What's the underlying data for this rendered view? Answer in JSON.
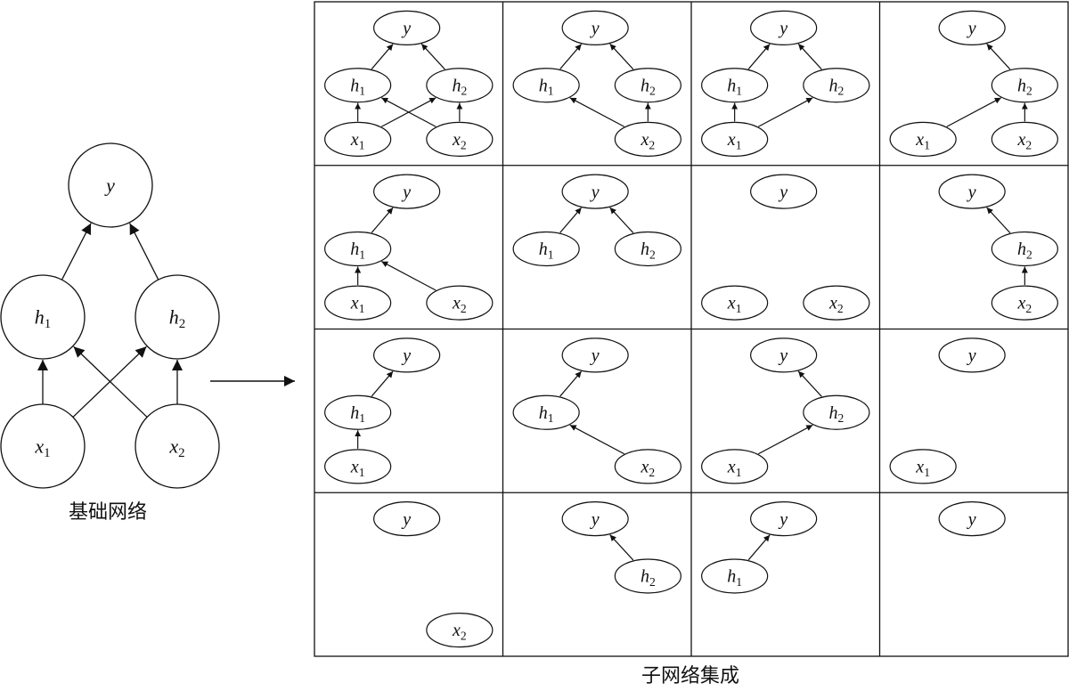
{
  "base_network": {
    "caption": "基础网络",
    "nodes": [
      {
        "id": "y",
        "label": "y",
        "sub": ""
      },
      {
        "id": "h1",
        "label": "h",
        "sub": "1"
      },
      {
        "id": "h2",
        "label": "h",
        "sub": "2"
      },
      {
        "id": "x1",
        "label": "x",
        "sub": "1"
      },
      {
        "id": "x2",
        "label": "x",
        "sub": "2"
      }
    ],
    "edges": [
      [
        "x1",
        "h1"
      ],
      [
        "x1",
        "h2"
      ],
      [
        "x2",
        "h1"
      ],
      [
        "x2",
        "h2"
      ],
      [
        "h1",
        "y"
      ],
      [
        "h2",
        "y"
      ]
    ]
  },
  "ensemble": {
    "caption": "子网络集成",
    "rows": 4,
    "cols": 4,
    "subnets": [
      {
        "nodes": [
          "y",
          "h1",
          "h2",
          "x1",
          "x2"
        ],
        "edges": [
          [
            "x1",
            "h1"
          ],
          [
            "x1",
            "h2"
          ],
          [
            "x2",
            "h1"
          ],
          [
            "x2",
            "h2"
          ],
          [
            "h1",
            "y"
          ],
          [
            "h2",
            "y"
          ]
        ]
      },
      {
        "nodes": [
          "y",
          "h1",
          "h2",
          "x2"
        ],
        "edges": [
          [
            "x2",
            "h1"
          ],
          [
            "x2",
            "h2"
          ],
          [
            "h1",
            "y"
          ],
          [
            "h2",
            "y"
          ]
        ]
      },
      {
        "nodes": [
          "y",
          "h1",
          "h2",
          "x1"
        ],
        "edges": [
          [
            "x1",
            "h1"
          ],
          [
            "x1",
            "h2"
          ],
          [
            "h1",
            "y"
          ],
          [
            "h2",
            "y"
          ]
        ]
      },
      {
        "nodes": [
          "y",
          "h2",
          "x1",
          "x2"
        ],
        "edges": [
          [
            "x1",
            "h2"
          ],
          [
            "x2",
            "h2"
          ],
          [
            "h2",
            "y"
          ]
        ]
      },
      {
        "nodes": [
          "y",
          "h1",
          "x1",
          "x2"
        ],
        "edges": [
          [
            "x1",
            "h1"
          ],
          [
            "x2",
            "h1"
          ],
          [
            "h1",
            "y"
          ]
        ]
      },
      {
        "nodes": [
          "y",
          "h1",
          "h2"
        ],
        "edges": [
          [
            "h1",
            "y"
          ],
          [
            "h2",
            "y"
          ]
        ]
      },
      {
        "nodes": [
          "y",
          "x1",
          "x2"
        ],
        "edges": []
      },
      {
        "nodes": [
          "y",
          "h2",
          "x2"
        ],
        "edges": [
          [
            "x2",
            "h2"
          ],
          [
            "h2",
            "y"
          ]
        ]
      },
      {
        "nodes": [
          "y",
          "h1",
          "x1"
        ],
        "edges": [
          [
            "x1",
            "h1"
          ],
          [
            "h1",
            "y"
          ]
        ]
      },
      {
        "nodes": [
          "y",
          "h1",
          "x2"
        ],
        "edges": [
          [
            "x2",
            "h1"
          ],
          [
            "h1",
            "y"
          ]
        ]
      },
      {
        "nodes": [
          "y",
          "h2",
          "x1"
        ],
        "edges": [
          [
            "x1",
            "h2"
          ],
          [
            "h2",
            "y"
          ]
        ]
      },
      {
        "nodes": [
          "y",
          "x1"
        ],
        "edges": []
      },
      {
        "nodes": [
          "y",
          "x2"
        ],
        "edges": []
      },
      {
        "nodes": [
          "y",
          "h2"
        ],
        "edges": [
          [
            "h2",
            "y"
          ]
        ]
      },
      {
        "nodes": [
          "y",
          "h1"
        ],
        "edges": [
          [
            "h1",
            "y"
          ]
        ]
      },
      {
        "nodes": [
          "y"
        ],
        "edges": []
      }
    ]
  },
  "colors": {
    "stroke": "#111111",
    "background": "#ffffff"
  }
}
